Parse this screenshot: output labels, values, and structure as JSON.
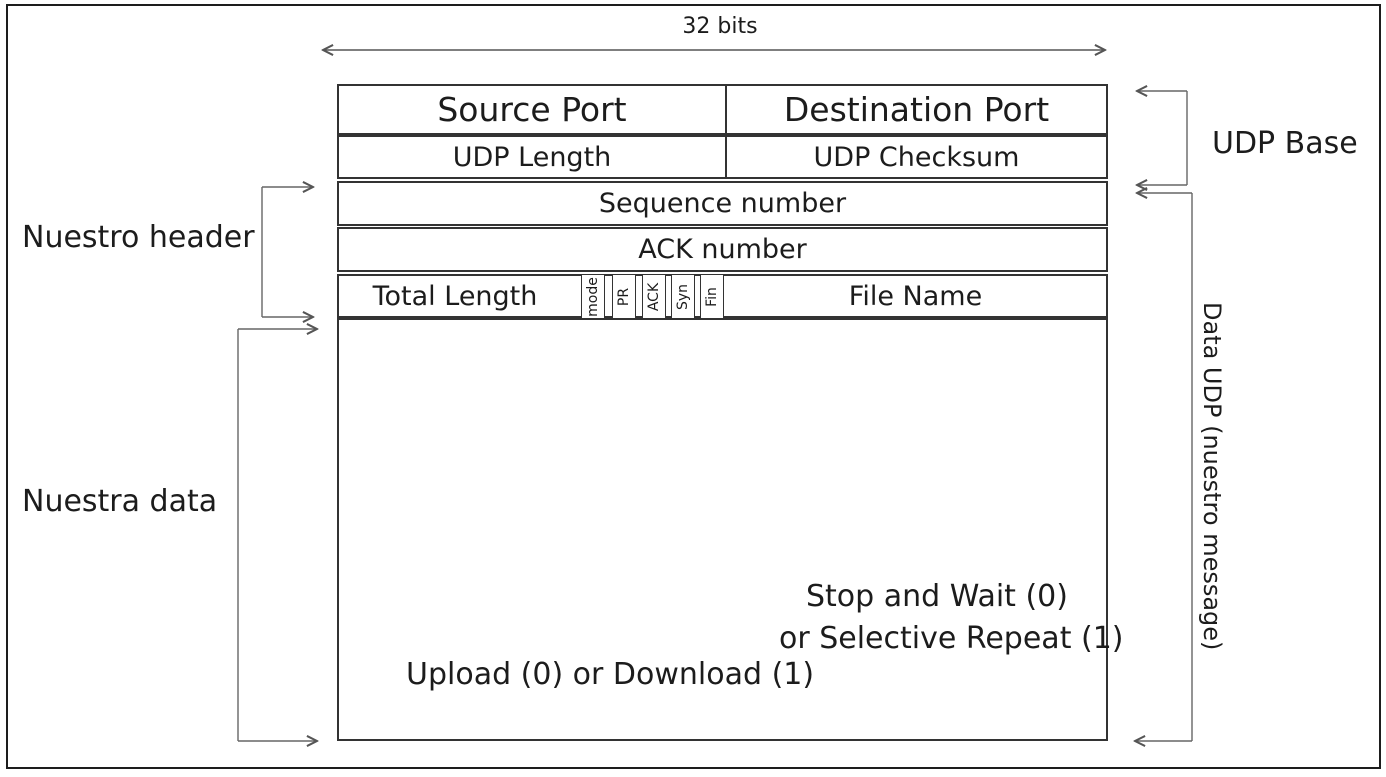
{
  "dimension": {
    "label": "32 bits"
  },
  "packet": {
    "row1": {
      "left": "Source Port",
      "right": "Destination Port"
    },
    "row2": {
      "left": "UDP Length",
      "right": "UDP Checksum"
    },
    "row3": "Sequence number",
    "row4": "ACK number",
    "row5": {
      "left": "Total Length",
      "flags": [
        "mode",
        "PR",
        "ACK",
        "Syn",
        "Fin"
      ],
      "right": "File Name"
    }
  },
  "labels": {
    "left_top": "Nuestro header",
    "left_bottom": "Nuestra data",
    "right_top": "UDP Base",
    "right_side": "Data UDP (nuestro message)"
  },
  "annotations": {
    "mode_note": "Upload (0) or Download (1)",
    "pr_note_line1": "Stop and Wait (0)",
    "pr_note_line2": "or Selective Repeat (1)"
  },
  "colors": {
    "ink": "#1c1c1c",
    "table_border": "#333333",
    "arrow_stroke": "#555555",
    "background": "#ffffff"
  }
}
